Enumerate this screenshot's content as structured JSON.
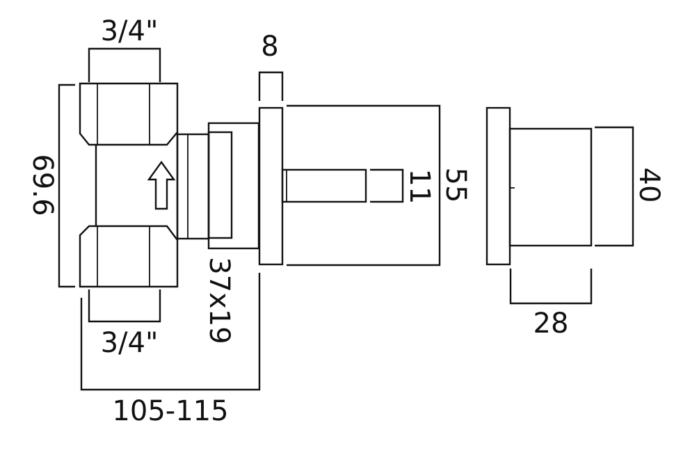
{
  "dimensions": {
    "inlet_top": "3/4\"",
    "inlet_bottom": "3/4\"",
    "flange_thickness": "8",
    "height_body": "69.6",
    "spindle": "11",
    "plate_height": "55",
    "valve_size": "37x19",
    "total_depth": "105-115",
    "handle_height": "40",
    "handle_depth": "28"
  }
}
